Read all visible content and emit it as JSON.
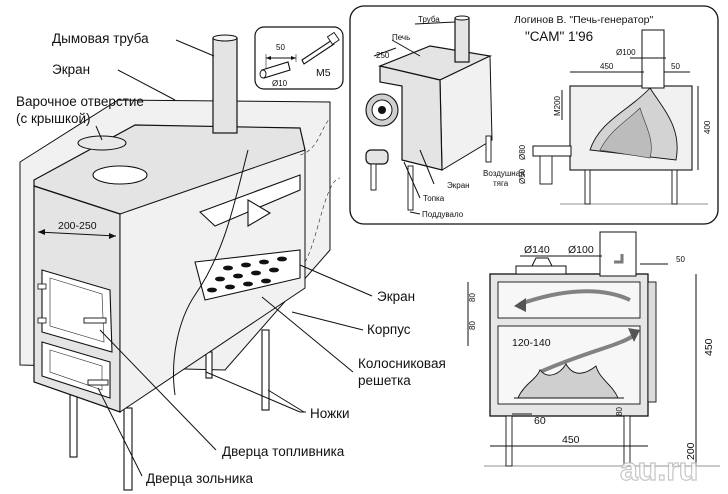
{
  "labels": {
    "chimney": "Дымовая труба",
    "screen_top": "Экран",
    "cooking_hole_1": "Варочное отверстие",
    "cooking_hole_2": "(с крышкой)",
    "size_200_250": "200-250",
    "screen_right": "Экран",
    "body": "Корпус",
    "grate_1": "Колосниковая",
    "grate_2": "решетка",
    "legs": "Ножки",
    "fuel_door": "Дверца топливника",
    "ash_door": "Дверца зольника"
  },
  "bolt_inset": {
    "dim_50": "50",
    "dim_d10": "Ø10",
    "bolt": "M5"
  },
  "top_right": {
    "author": "Логинов В. \"Печь-генератор\"",
    "title": "\"САМ\" 1'96",
    "pipe": "Труба",
    "stove": "Печь",
    "dim_250": "250",
    "d100": "Ø100",
    "dim_450": "450",
    "dim_50": "50",
    "m200": "M200",
    "dim_400": "400",
    "d80": "Ø80",
    "d50": "Ø50",
    "screen": "Экран",
    "firebox": "Топка",
    "blower": "Поддувало",
    "air_draft_1": "Воздушная",
    "air_draft_2": "тяга"
  },
  "bottom_right": {
    "d140": "Ø140",
    "d100": "Ø100",
    "dim_50": "50",
    "dim_80a": "80",
    "dim_80b": "80",
    "dim_120_140": "120-140",
    "dim_450_v": "450",
    "dim_80c": "80",
    "dim_60": "60",
    "dim_450_h": "450",
    "dim_200": "200"
  },
  "watermark": "au.ru"
}
